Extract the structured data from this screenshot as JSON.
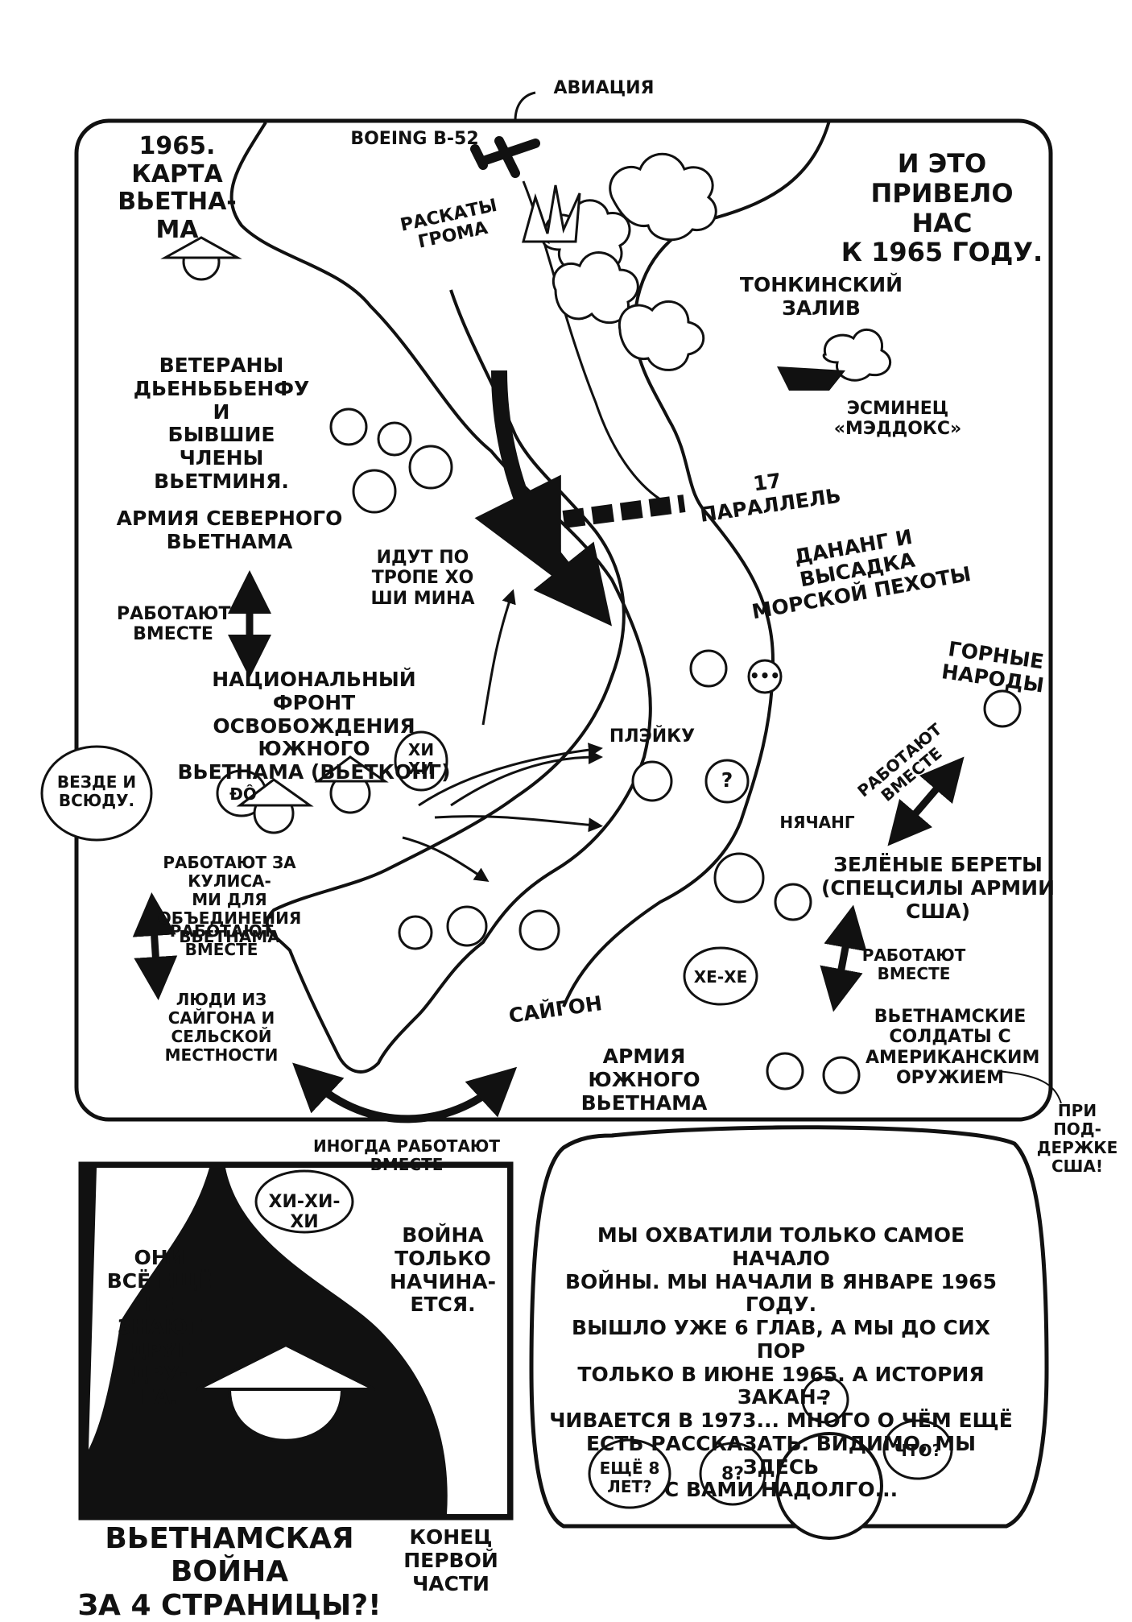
{
  "map_panel": {
    "title": "1965.\nКАРТА\nВЬЕТНА-\nМА",
    "intro": "И ЭТО\nПРИВЕЛО НАС\nК 1965 ГОДУ.",
    "aviation": "АВИАЦИЯ",
    "boeing": "BOEING B-52",
    "rolling_thunder": "РАСКАТЫ\nГРОМА",
    "gulf": "ТОНКИНСКИЙ\nЗАЛИВ",
    "destroyer": "ЭСМИНЕЦ\n«МЭДДОКС»",
    "veterans": "ВЕТЕРАНЫ\nДЬЕНЬБЬЕНФУ И\nБЫВШИЕ ЧЛЕНЫ\nВЬЕТМИНЯ.",
    "north_army": "АРМИЯ СЕВЕРНОГО\nВЬЕТНАМА",
    "trail": "ИДУТ ПО\nТРОПЕ ХО\nШИ МИНА",
    "parallel": "17 ПАРАЛЛЕЛЬ",
    "danang": "ДАНАНГ И ВЫСАДКА\nМОРСКОЙ ПЕХОТЫ",
    "work_together": "РАБОТАЮТ\nВМЕСТЕ",
    "nlf": "НАЦИОНАЛЬНЫЙ ФРОНТ\nОСВОБОЖДЕНИЯ ЮЖНОГО\nВЬЕТНАМА (ВЬЕТКОНГ)",
    "mountain_peoples": "ГОРНЫЕ\nНАРОДЫ",
    "everywhere": "ВЕЗДЕ И\nВСЮДУ.",
    "do_bubble": "ĐÔ",
    "hihi": "ХИ\nХИ",
    "pleiku": "ПЛЭЙКУ",
    "question": "?",
    "dots": "•••",
    "work_together_right": "РАБОТАЮТ\nВМЕСТЕ",
    "nhatrang": "НЯЧАНГ",
    "behind_scenes": "РАБОТАЮТ ЗА КУЛИСА-\nМИ ДЛЯ ОБЪЕДИНЕНИЯ\nВЬЕТНАМА",
    "green_berets": "ЗЕЛЁНЫЕ БЕРЕТЫ\n(СПЕЦСИЛЫ АРМИИ\nСША)",
    "work_together_left2": "РАБОТАЮТ\nВМЕСТЕ",
    "people": "ЛЮДИ ИЗ\nСАЙГОНА И\nСЕЛЬСКОЙ\nМЕСТНОСТИ",
    "hehe": "ХЕ-ХЕ",
    "work_together_right2": "РАБОТАЮТ\nВМЕСТЕ",
    "saigon": "САЙГОН",
    "south_army": "АРМИЯ ЮЖНОГО\nВЬЕТНАМА",
    "viet_soldiers": "ВЬЕТНАМСКИЕ\nСОЛДАТЫ С\nАМЕРИКАНСКИМ\nОРУЖИЕМ",
    "us_support": "ПРИ ПОД-\nДЕРЖКЕ\nСША!",
    "sometimes": "ИНОГДА РАБОТАЮТ ВМЕСТЕ"
  },
  "left_panel": {
    "hihihi": "ХИ-ХИ-ХИ",
    "dont_know": "ОНИ\nВСЁ ЕЩЁ\nНЕ ЗНАЮТ\nДРУГ ДРУ-\nГА.",
    "war_begins": "ВОЙНА\nТОЛЬКО\nНАЧИНА-\nЕТСЯ."
  },
  "right_panel": {
    "narration": "МЫ ОХВАТИЛИ ТОЛЬКО САМОЕ НАЧАЛО\nВОЙНЫ. МЫ НАЧАЛИ В ЯНВАРЕ 1965 ГОДУ.\nВЫШЛО УЖЕ 6 ГЛАВ, А МЫ ДО СИХ ПОР\nТОЛЬКО В ИЮНЕ 1965. А ИСТОРИЯ ЗАКАН-\nЧИВАЕТСЯ В 1973... МНОГО О ЧЁМ ЕЩЁ\nЕСТЬ РАССКАЗАТЬ. ВИДИМО, МЫ ЗДЕСЬ\nС ВАМИ НАДОЛГО...",
    "eight_more": "ЕЩЁ 8\nЛЕТ?",
    "eight": "8?",
    "what": "ЧТО?",
    "question": "?"
  },
  "footer": {
    "big_title": "ВЬЕТНАМСКАЯ ВОЙНА\nЗА 4 СТРАНИЦЫ?!",
    "end_part": "КОНЕЦ\nПЕРВОЙ\nЧАСТИ"
  }
}
